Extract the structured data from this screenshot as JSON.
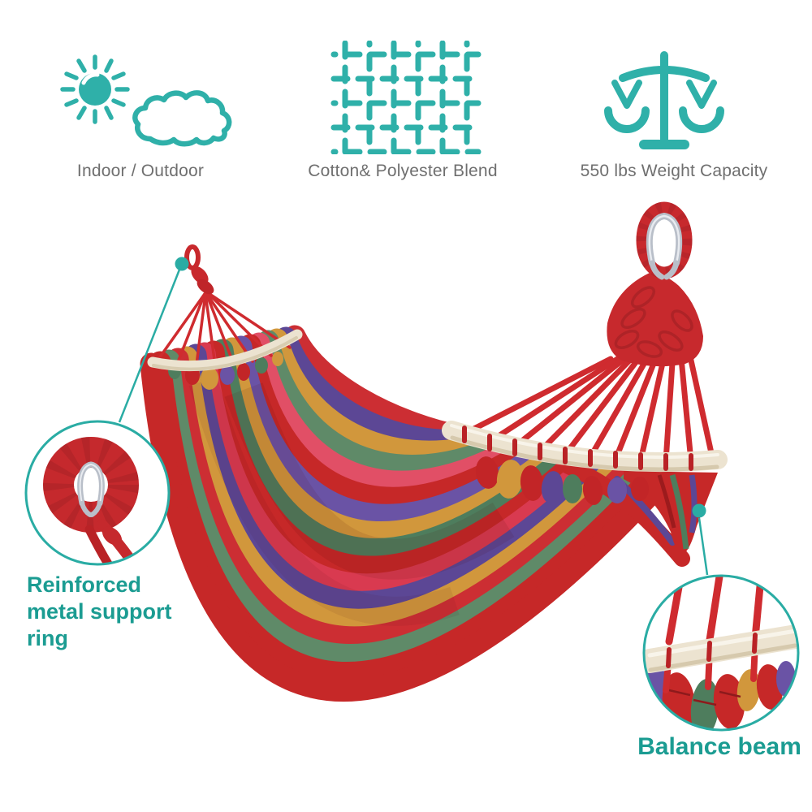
{
  "page": {
    "type": "hammock-product-feature-infographic",
    "background": "#ffffff"
  },
  "features": [
    {
      "icon": "sun-cloud-icon",
      "label": "Indoor / Outdoor"
    },
    {
      "icon": "fabric-weave-icon",
      "label": "Cotton& Polyester Blend"
    },
    {
      "icon": "balance-scale-icon",
      "label": "550 lbs Weight Capacity"
    }
  ],
  "callouts": [
    {
      "id": "support-ring",
      "label": "Reinforced metal support ring"
    },
    {
      "id": "balance-beam",
      "label": "Balance beam"
    }
  ],
  "colors": {
    "icon_teal": "#2fb0a9",
    "callout_teal": "#2aaca4",
    "callout_text_teal": "#1b9c92",
    "label_gray": "#6f6f6f",
    "rope_red": "#cf2b2f",
    "fabric_red": "#c62828",
    "fabric_dark_red": "#cc2e33",
    "fabric_pink": "#e14f66",
    "fabric_green": "#5f8a68",
    "fabric_dark_green": "#4e7d5d",
    "fabric_purple": "#5c4795",
    "fabric_light_purple": "#6a53a5",
    "fabric_gold": "#d1973c",
    "wood_cream": "#ece3d0",
    "metal_silver": "#b9bfc9"
  }
}
